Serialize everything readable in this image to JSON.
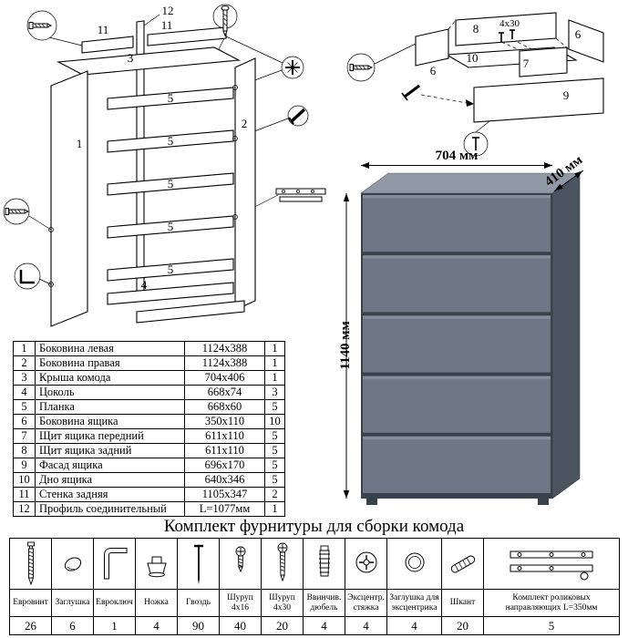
{
  "title": "Комплект фурнитуры для сборки комода",
  "render": {
    "width_label": "704 мм",
    "depth_label": "410 мм",
    "height_label": "1140 мм"
  },
  "colors": {
    "dresser_front_base": "#39414b",
    "dresser_drawer": "#6d7785",
    "dresser_bevel": "#848e9b",
    "dresser_top": "#9099a5",
    "dresser_side": "#4a535e"
  },
  "cabinet_diagram": {
    "labels": {
      "p1": "1",
      "p2": "2",
      "p3": "3",
      "p4": "4",
      "p5": "5",
      "p11": "11",
      "p12": "12"
    }
  },
  "drawer_diagram": {
    "labels": {
      "p6": "6",
      "p7": "7",
      "p8": "8",
      "p9": "9",
      "p10": "10",
      "screw": "4x30"
    }
  },
  "parts": {
    "rows": [
      {
        "n": "1",
        "name": "Боковина левая",
        "size": "1124x388",
        "qty": "1"
      },
      {
        "n": "2",
        "name": "Боковина правая",
        "size": "1124x388",
        "qty": "1"
      },
      {
        "n": "3",
        "name": "Крыша комода",
        "size": "704x406",
        "qty": "1"
      },
      {
        "n": "4",
        "name": "Цоколь",
        "size": "668x74",
        "qty": "3"
      },
      {
        "n": "5",
        "name": "Планка",
        "size": "668x60",
        "qty": "5"
      },
      {
        "n": "6",
        "name": "Боковина ящика",
        "size": "350x110",
        "qty": "10"
      },
      {
        "n": "7",
        "name": "Щит ящика передний",
        "size": "611x110",
        "qty": "5"
      },
      {
        "n": "8",
        "name": "Щит ящика задний",
        "size": "611x110",
        "qty": "5"
      },
      {
        "n": "9",
        "name": "Фасад ящика",
        "size": "696x170",
        "qty": "5"
      },
      {
        "n": "10",
        "name": "Дно ящика",
        "size": "640x346",
        "qty": "5"
      },
      {
        "n": "11",
        "name": "Стенка задняя",
        "size": "1105x347",
        "qty": "2"
      },
      {
        "n": "12",
        "name": "Профиль соединительный",
        "size": "L=1077мм",
        "qty": "1"
      }
    ]
  },
  "hardware": {
    "items": [
      {
        "name": "Евровинт",
        "qty": "26"
      },
      {
        "name": "Заглушка",
        "qty": "6"
      },
      {
        "name": "Евроключ",
        "qty": "1"
      },
      {
        "name": "Ножка",
        "qty": "4"
      },
      {
        "name": "Гвоздь",
        "qty": "90"
      },
      {
        "name": "Шуруп 4x16",
        "qty": "40"
      },
      {
        "name": "Шуруп 4x30",
        "qty": "20"
      },
      {
        "name": "Ввинчив. дюбель",
        "qty": "4"
      },
      {
        "name": "Эксцентр. стяжка",
        "qty": "4"
      },
      {
        "name": "Заглушка для эксцентрика",
        "qty": "4"
      },
      {
        "name": "Шкант",
        "qty": "20"
      },
      {
        "name": "Комплект роликовых направляющих L=350мм",
        "qty": "5"
      }
    ]
  }
}
